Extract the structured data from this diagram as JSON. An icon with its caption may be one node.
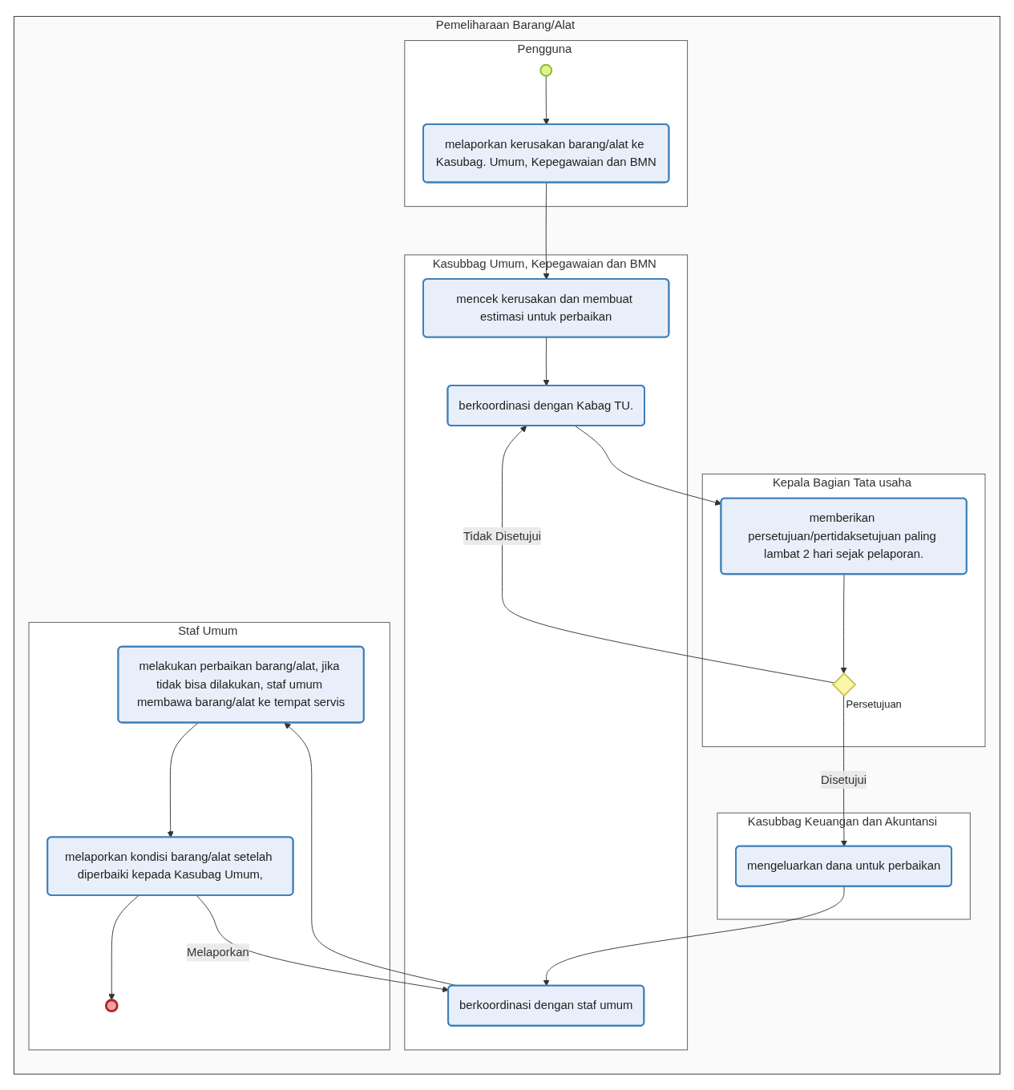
{
  "diagram": {
    "nodes": [
      {
        "text": [
          "Pemeliharaan Barang/Alat"
        ]
      },
      {
        "text": [
          "Pengguna"
        ],
        "in": 0
      },
      {
        "text": [
          "Kasubbag Umum, Kepegawaian dan BMN"
        ],
        "in": 0
      },
      {
        "text": [
          "Kepala Bagian Tata usaha"
        ],
        "in": 0
      },
      {
        "text": [
          "Kasubbag Keuangan dan Akuntansi"
        ],
        "in": 0
      },
      {
        "text": [
          "Staf Umum"
        ],
        "in": 0
      },
      {
        "text": [],
        "shape": "circle",
        "in": 1
      },
      {
        "text": [
          "melaporkan kerusakan barang/alat ke Kasubag. Umum, Kepegawaian dan BMN"
        ],
        "in": 1
      },
      {
        "text": [
          "mencek kerusakan dan membuat estimasi untuk perbaikan"
        ],
        "in": 2
      },
      {
        "text": [
          "berkoordinasi dengan Kabag TU."
        ],
        "in": 2
      },
      {
        "text": [
          "berkoordinasi dengan staf umum"
        ],
        "in": 2
      },
      {
        "text": [
          "memberikan persetujuan/pertidaksetujuan paling lambat 2 hari sejak pelaporan."
        ],
        "in": 3
      },
      {
        "text": [],
        "shape": "diamond",
        "beside": [
          "Persetujuan"
        ],
        "in": 3
      },
      {
        "text": [
          "mengeluarkan dana untuk perbaikan"
        ],
        "in": 4
      },
      {
        "text": [
          "melakukan perbaikan barang/alat, jika tidak bisa dilakukan, staf umum membawa barang/alat ke tempat servis"
        ],
        "in": 5
      },
      {
        "text": [
          "melaporkan kondisi barang/alat setelah diperbaiki kepada Kasubag Umum,"
        ],
        "in": 5
      },
      {
        "text": [],
        "shape": "circle",
        "in": 5
      }
    ],
    "edges": [
      {
        "from": 6,
        "to": 7,
        "arrow": "to"
      },
      {
        "from": 7,
        "to": 8,
        "arrow": "to"
      },
      {
        "from": 8,
        "to": 9,
        "arrow": "to"
      },
      {
        "from": 9,
        "to": 11,
        "arrow": "to"
      },
      {
        "from": 11,
        "to": 12,
        "arrow": "to"
      },
      {
        "from": 12,
        "to": 9,
        "label": "Tidak Disetujui",
        "arrow": "to"
      },
      {
        "from": 12,
        "to": 13,
        "label": "Disetujui",
        "arrow": "to"
      },
      {
        "from": 13,
        "to": 10,
        "arrow": "to"
      },
      {
        "from": 10,
        "to": 14,
        "arrow": "to"
      },
      {
        "from": 14,
        "to": 15,
        "arrow": "to"
      },
      {
        "from": 15,
        "to": 10,
        "label": "Melaporkan",
        "arrow": "to"
      },
      {
        "from": 15,
        "to": 16,
        "arrow": "to"
      }
    ]
  }
}
